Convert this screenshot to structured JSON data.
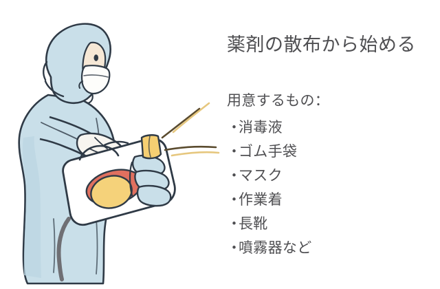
{
  "page": {
    "background_color": "#ffffff",
    "text_color": "#4f4f52"
  },
  "heading": {
    "title": "薬剤の散布から始める"
  },
  "materials": {
    "label": "用意するもの：",
    "bullet_char": "・",
    "items": [
      {
        "label": "消毒液"
      },
      {
        "label": "ゴム手袋"
      },
      {
        "label": "マスク"
      },
      {
        "label": "作業着"
      },
      {
        "label": "長靴"
      },
      {
        "label": "噴霧器など"
      }
    ]
  },
  "illustration": {
    "description": "防護服を着た作業者が噴霧器を持っている",
    "colors": {
      "suit": "#c9dfe9",
      "suit_shadow": "#bbd5e2",
      "outline": "#2f3a46",
      "skin": "#f6e8d6",
      "mask": "#fdfdfb",
      "glove": "#f7f5f0",
      "sprayer_body": "#ffffff",
      "nozzle_cap": "#f6cf72",
      "label_red": "#e0705f",
      "label_yellow": "#f5d27a",
      "hose": "#6f6f74",
      "spray_line_dark": "#5a4b2e",
      "spray_line_light": "#e6c77e"
    }
  }
}
